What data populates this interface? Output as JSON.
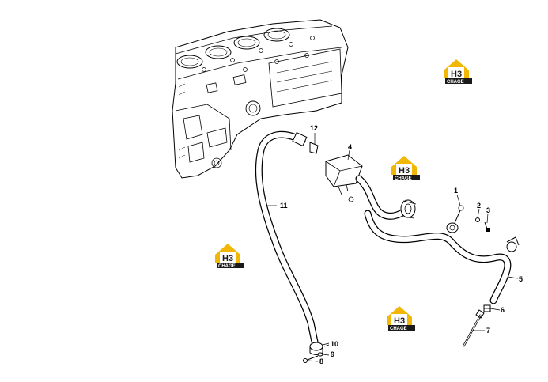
{
  "callouts": [
    {
      "id": "1",
      "label": "1"
    },
    {
      "id": "2",
      "label": "2"
    },
    {
      "id": "3",
      "label": "3"
    },
    {
      "id": "4",
      "label": "4"
    },
    {
      "id": "5",
      "label": "5"
    },
    {
      "id": "6",
      "label": "6"
    },
    {
      "id": "7",
      "label": "7"
    },
    {
      "id": "8",
      "label": "8"
    },
    {
      "id": "9",
      "label": "9"
    },
    {
      "id": "10",
      "label": "10"
    },
    {
      "id": "11",
      "label": "11"
    },
    {
      "id": "12",
      "label": "12"
    }
  ],
  "watermark": {
    "brand_top": "H3",
    "brand_bottom": "CHAGE",
    "color_house": "#f2b705",
    "color_box": "#1a1a1a"
  },
  "colors": {
    "line": "#000000",
    "background": "#ffffff"
  }
}
